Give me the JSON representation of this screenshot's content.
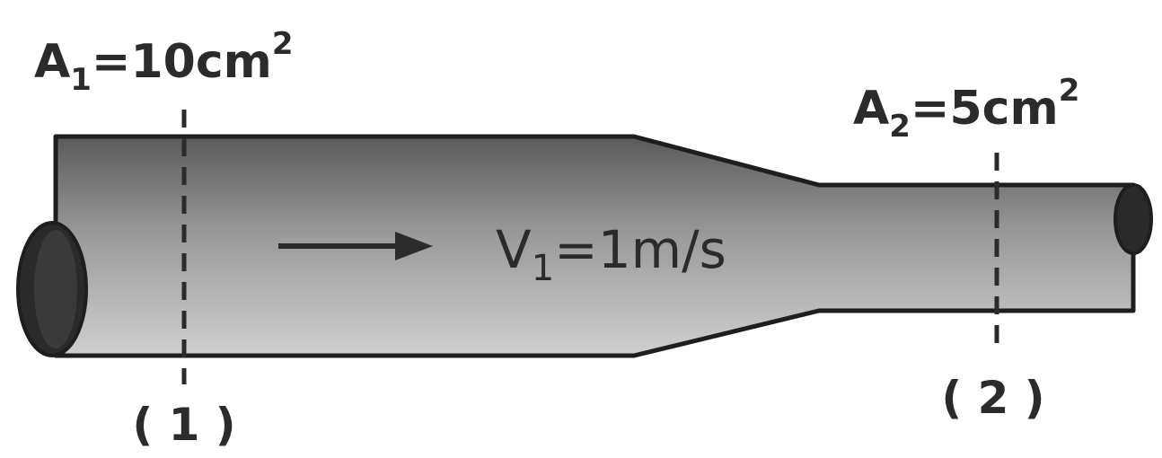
{
  "labels": {
    "area_1": {
      "symbol": "A",
      "subscript": "1",
      "value": "=10cm",
      "superscript": "2"
    },
    "area_2": {
      "symbol": "A",
      "subscript": "2",
      "value": "=5cm",
      "superscript": "2"
    },
    "velocity": {
      "symbol": "V",
      "subscript": "1",
      "value": "=1m/s"
    },
    "section_1": "( 1 )",
    "section_2": "( 2 )"
  },
  "colors": {
    "pipe_light": "#cfcfcf",
    "pipe_dark": "#5a5a5a",
    "outline": "#1e1e1e",
    "pipe_opening": "#2a2a2a",
    "text": "#2b2b2b"
  }
}
